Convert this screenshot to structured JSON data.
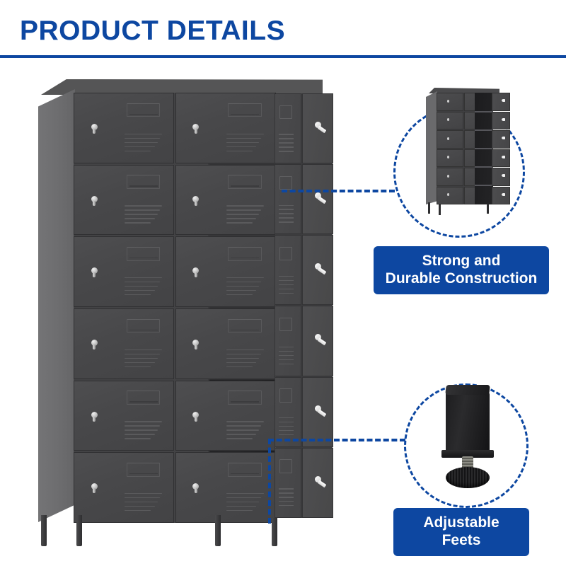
{
  "header": {
    "title": "PRODUCT DETAILS",
    "accent_color": "#0d47a1"
  },
  "product": {
    "type": "18-door metal storage locker cabinet",
    "columns": 3,
    "rows": 6,
    "total_compartments": 18,
    "closed_door_columns": 2,
    "open_column_index": 3,
    "body_color": "#434345",
    "side_panel_color": "#6d6d6f",
    "interior_color": "#1b1b1d",
    "lock_color": "#c9c9c9",
    "legs": 4
  },
  "callouts": [
    {
      "id": "strong-durable",
      "label": "Strong and\nDurable Construction",
      "inset": "full locker cabinet with doors open showing interior shelves",
      "connector": "horizontal-dashed"
    },
    {
      "id": "adjustable-feet",
      "label": "Adjustable Feets",
      "inset": "close-up of square leg post with threaded screw and knurled round base pad",
      "connector": "l-shaped-dashed"
    }
  ],
  "icons": {
    "lock": "lock-knob-icon",
    "key_handle": "key-handle-icon",
    "label_slot": "label-holder-icon",
    "louver": "ventilation-louver-icon"
  }
}
